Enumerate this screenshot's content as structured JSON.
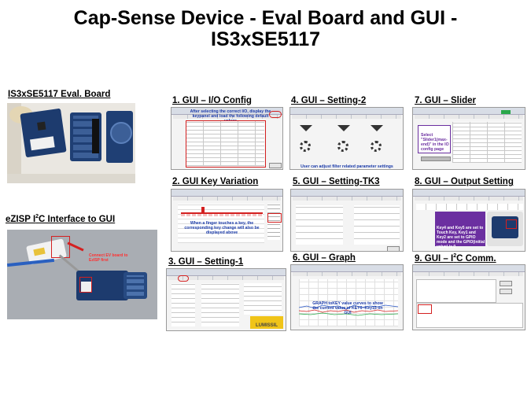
{
  "title": {
    "line1": "Cap-Sense Device - Eval Board and GUI -",
    "line2": "IS3xSE5117"
  },
  "panels": {
    "eval_board": "IS3xSE5117  Eval. Board",
    "ezisp_prefix": "eZISP I",
    "ezisp_sup": "2",
    "ezisp_suffix": "C Interface to GUI",
    "io_config": "1. GUI  – I/O Config",
    "key_variation": "2. GUI  Key Variation",
    "setting1": "3.  GUI  – Setting-1",
    "setting2": "4. GUI  – Setting-2",
    "setting_tk3": "5.  GUI  – Setting-TK3",
    "graph": "6. GUI  – Graph",
    "slider": "7. GUI  – Slider",
    "output_setting": "8. GUI  – Output  Setting",
    "i2c_prefix": "9. GUI  – I",
    "i2c_sup": "2",
    "i2c_suffix": "C Comm."
  },
  "annotations": {
    "io_config": "After selecting the correct I/O, display the keypanel and load the following default values",
    "key_variation": "When a finger touches a key, the corresponding key change will also be displayed above",
    "setting2": "User can adjust filter related parameter settings",
    "graph": "GRAPH toKEY value curves to show the current value of KEY0~Key15 on GUI",
    "slider": "Select \"Slider1(max-end)\" in the IO config page",
    "output_setting": "Key4 and Key5 are set to Touch Key, Key1 and Key2 are set to GPIO mode and the GPIO(initial value) is 0",
    "ezisp": "Connect EV board to EzISP first"
  },
  "logos": {
    "lumissil": "LUMISSIL"
  },
  "colors": {
    "accent_red": "#d42020",
    "note_blue": "#1a3aa8",
    "purple": "#6b2fa0",
    "board_blue": "#1d3b6e"
  }
}
